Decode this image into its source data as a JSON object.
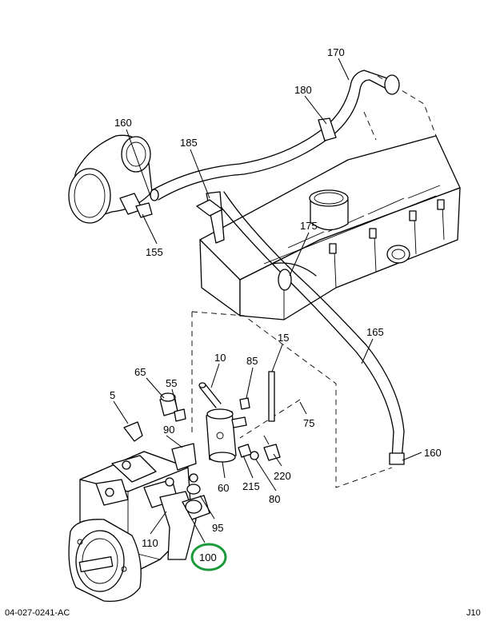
{
  "highlight_color": "#1a9a3a",
  "callouts": {
    "c170": "170",
    "c180": "180",
    "c160_top": "160",
    "c185": "185",
    "c175": "175",
    "c155": "155",
    "c165": "165",
    "c10": "10",
    "c15": "15",
    "c85": "85",
    "c65": "65",
    "c55": "55",
    "c5": "5",
    "c75": "75",
    "c90": "90",
    "c160_bottom": "160",
    "c220": "220",
    "c215": "215",
    "c60": "60",
    "c80": "80",
    "c95": "95",
    "c110": "110",
    "c100": "100"
  },
  "highlighted_part": "100",
  "footer": {
    "drawing_number": "04-027-0241-AC",
    "sheet_code": "J10"
  }
}
